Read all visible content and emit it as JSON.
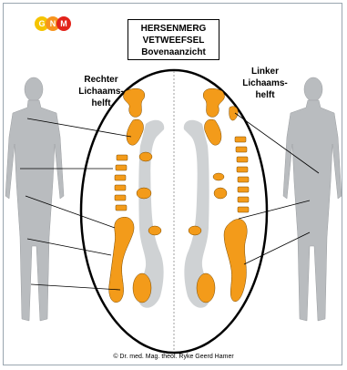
{
  "logo": {
    "letters": [
      "G",
      "N",
      "M"
    ],
    "colors": [
      "#f5c400",
      "#f7941d",
      "#e2231a"
    ]
  },
  "title": {
    "line1": "HERSENMERG",
    "line2": "VETWEEFSEL",
    "line3": "Bovenaanzicht"
  },
  "right_half": {
    "line1": "Rechter",
    "line2": "Lichaams-",
    "line3": "helft"
  },
  "left_half": {
    "line1": "Linker",
    "line2": "Lichaams-",
    "line3": "helft"
  },
  "copyright": "© Dr. med. Mag. theol. Ryke Geerd Hamer",
  "colors": {
    "relay_orange": "#f39b1a",
    "ventricle_gray": "#cfd2d4",
    "outline": "#000000",
    "body_gray": "#b9bcbf"
  }
}
